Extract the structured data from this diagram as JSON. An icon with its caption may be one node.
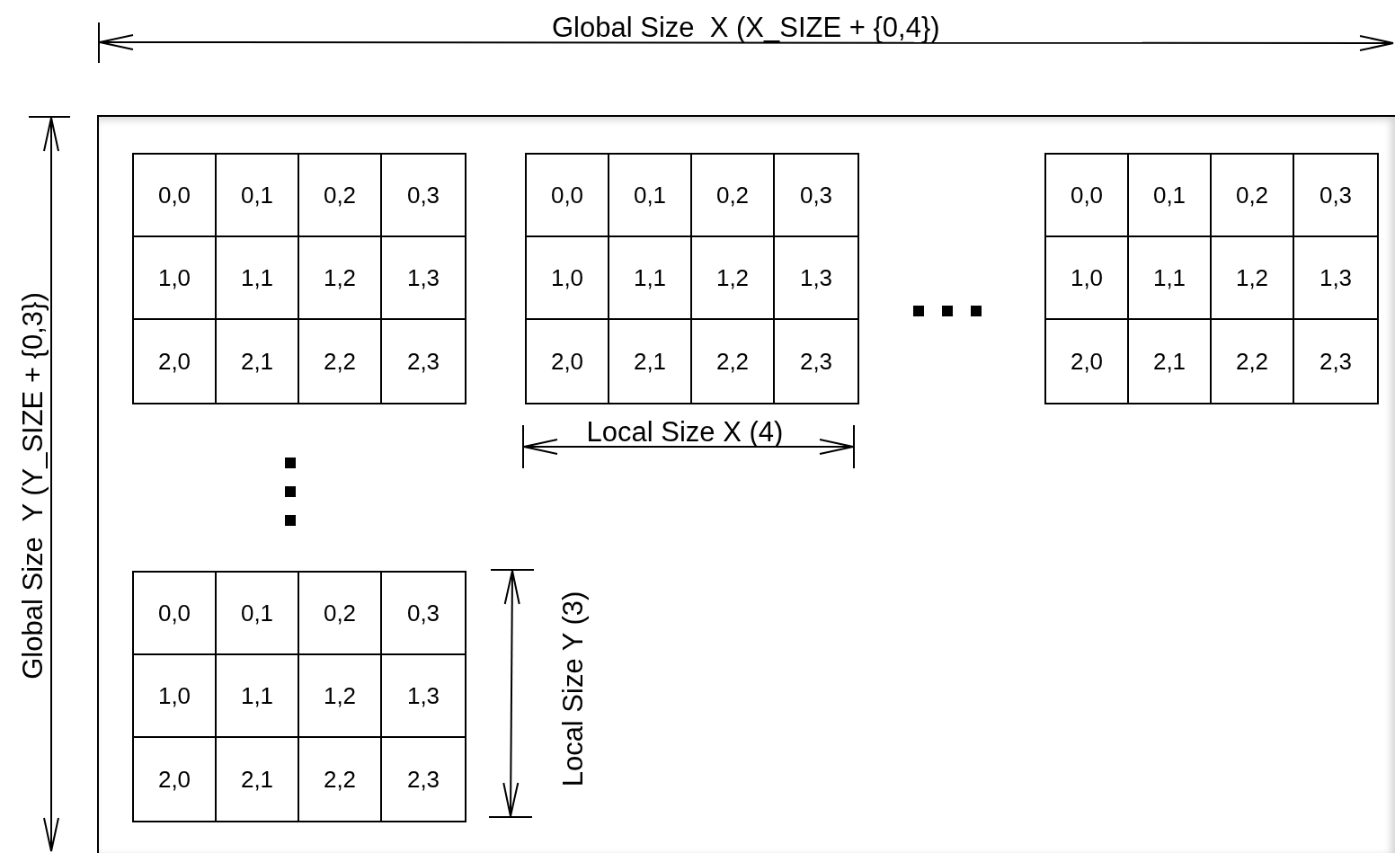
{
  "diagram": {
    "nodes": [
      {
        "text": [],
        "shape": "box"
      },
      {
        "text": [],
        "shape": "box",
        "in": 0
      },
      {
        "text": [
          "0,0"
        ],
        "in": 1
      },
      {
        "text": [
          "0,1"
        ],
        "in": 1
      },
      {
        "text": [
          "0,2"
        ],
        "in": 1
      },
      {
        "text": [
          "0,3"
        ],
        "in": 1
      },
      {
        "text": [
          "1,0"
        ],
        "in": 1
      },
      {
        "text": [
          "1,1"
        ],
        "in": 1
      },
      {
        "text": [
          "1,2"
        ],
        "in": 1
      },
      {
        "text": [
          "1,3"
        ],
        "in": 1
      },
      {
        "text": [
          "2,0"
        ],
        "in": 1
      },
      {
        "text": [
          "2,1"
        ],
        "in": 1
      },
      {
        "text": [
          "2,2"
        ],
        "in": 1
      },
      {
        "text": [
          "2,3"
        ],
        "in": 1
      },
      {
        "text": [],
        "shape": "box",
        "in": 0
      },
      {
        "text": [
          "0,0"
        ],
        "in": 14
      },
      {
        "text": [
          "0,1"
        ],
        "in": 14
      },
      {
        "text": [
          "0,2"
        ],
        "in": 14
      },
      {
        "text": [
          "0,3"
        ],
        "in": 14
      },
      {
        "text": [
          "1,0"
        ],
        "in": 14
      },
      {
        "text": [
          "1,1"
        ],
        "in": 14
      },
      {
        "text": [
          "1,2"
        ],
        "in": 14
      },
      {
        "text": [
          "1,3"
        ],
        "in": 14
      },
      {
        "text": [
          "2,0"
        ],
        "in": 14
      },
      {
        "text": [
          "2,1"
        ],
        "in": 14
      },
      {
        "text": [
          "2,2"
        ],
        "in": 14
      },
      {
        "text": [
          "2,3"
        ],
        "in": 14
      },
      {
        "text": [],
        "shape": "box",
        "in": 0
      },
      {
        "text": [
          "0,0"
        ],
        "in": 27
      },
      {
        "text": [
          "0,1"
        ],
        "in": 27
      },
      {
        "text": [
          "0,2"
        ],
        "in": 27
      },
      {
        "text": [
          "0,3"
        ],
        "in": 27
      },
      {
        "text": [
          "1,0"
        ],
        "in": 27
      },
      {
        "text": [
          "1,1"
        ],
        "in": 27
      },
      {
        "text": [
          "1,2"
        ],
        "in": 27
      },
      {
        "text": [
          "1,3"
        ],
        "in": 27
      },
      {
        "text": [
          "2,0"
        ],
        "in": 27
      },
      {
        "text": [
          "2,1"
        ],
        "in": 27
      },
      {
        "text": [
          "2,2"
        ],
        "in": 27
      },
      {
        "text": [
          "2,3"
        ],
        "in": 27
      },
      {
        "text": [],
        "shape": "box",
        "in": 0
      },
      {
        "text": [
          "0,0"
        ],
        "in": 40
      },
      {
        "text": [
          "0,1"
        ],
        "in": 40
      },
      {
        "text": [
          "0,2"
        ],
        "in": 40
      },
      {
        "text": [
          "0,3"
        ],
        "in": 40
      },
      {
        "text": [
          "1,0"
        ],
        "in": 40
      },
      {
        "text": [
          "1,1"
        ],
        "in": 40
      },
      {
        "text": [
          "1,2"
        ],
        "in": 40
      },
      {
        "text": [
          "1,3"
        ],
        "in": 40
      },
      {
        "text": [
          "2,0"
        ],
        "in": 40
      },
      {
        "text": [
          "2,1"
        ],
        "in": 40
      },
      {
        "text": [
          "2,2"
        ],
        "in": 40
      },
      {
        "text": [
          "2,3"
        ],
        "in": 40
      }
    ],
    "labels": [
      "Global Size  X (X_SIZE + {0,4})",
      "Global Size  Y (Y_SIZE + {0,3})",
      "Local Size X (4)",
      "Local Size Y (3)"
    ]
  }
}
